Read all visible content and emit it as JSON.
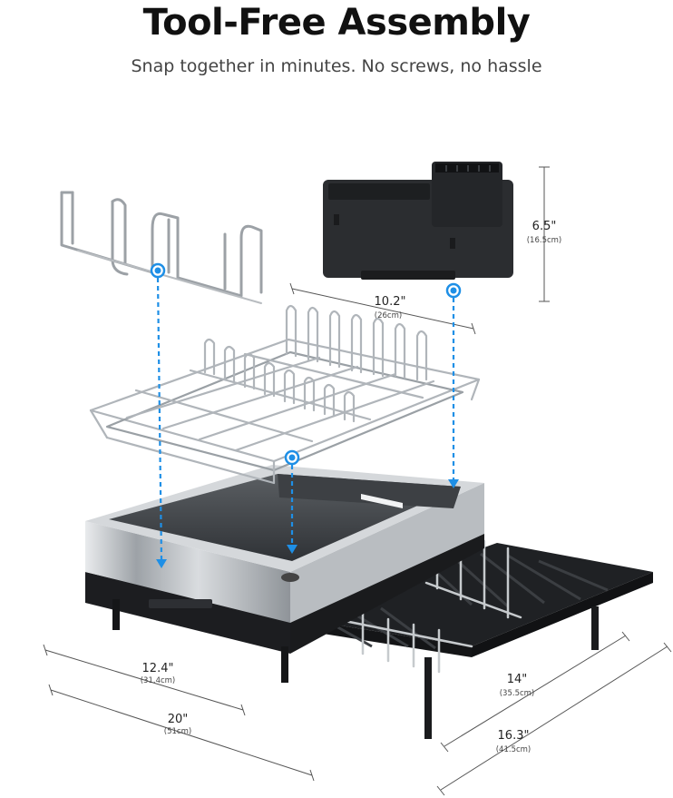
{
  "header": {
    "title": "Tool-Free Assembly",
    "subtitle": "Snap together in minutes. No screws, no hassle"
  },
  "dimensions": {
    "holder_width": {
      "main": "10.2\"",
      "sub": "(26cm)"
    },
    "holder_height": {
      "main": "6.5\"",
      "sub": "(16.5cm)"
    },
    "base_inner": {
      "main": "12.4\"",
      "sub": "(31.4cm)"
    },
    "base_outer": {
      "main": "20\"",
      "sub": "(51cm)"
    },
    "depth_short": {
      "main": "14\"",
      "sub": "(35.5cm)"
    },
    "depth_long": {
      "main": "16.3\"",
      "sub": "(41.5cm)"
    }
  },
  "colors": {
    "accent": "#1e8fe6",
    "steel": "#c2c6ca",
    "black_plastic": "#2a2c2f"
  }
}
